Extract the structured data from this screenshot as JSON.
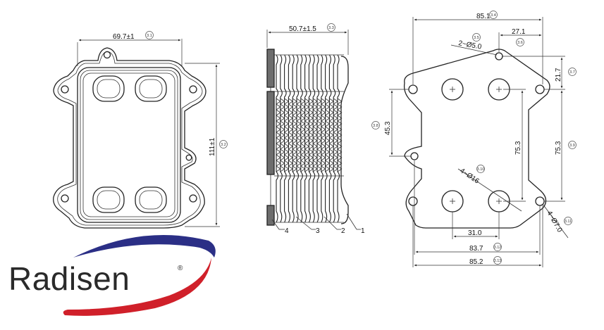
{
  "colors": {
    "line": "#222222",
    "logo_swoosh_blue": "#2b2f86",
    "logo_swoosh_red": "#d0202a",
    "logo_text": "#2a2a2a"
  },
  "logo": {
    "text": "Radisen",
    "mark": "®"
  },
  "front_view": {
    "width_dim": "69.7±1",
    "width_ref": "3.1",
    "height_dim": "111±1",
    "height_ref": "3.2"
  },
  "side_view": {
    "width_dim": "50.7±1.5",
    "width_ref": "3.3",
    "part_labels": [
      "4",
      "3",
      "2",
      "1"
    ]
  },
  "top_view": {
    "overall_width": "85.1",
    "overall_width_ref": "3.4",
    "offset_dim": "27.1",
    "bolt_holes": "2~Ø5.0",
    "bolt_holes_ref_a": "3.5",
    "bolt_holes_ref_b": "3.6",
    "right_top": "21.7",
    "right_top_ref": "3.7",
    "left_vert": "45.3",
    "left_vert_ref": "3.8",
    "inner_vert": "75.3",
    "right_vert": "75.3",
    "right_vert_ref": "3.9",
    "port_holes": "4~Ø16",
    "port_holes_ref": "3.10",
    "mount_holes": "4~Ø7.0",
    "mount_holes_ref": "3.11",
    "port_spacing": "31.0",
    "bottom_width_1": "83.7",
    "bottom_width_1_ref": "3.12",
    "bottom_width_2": "85.2",
    "bottom_width_2_ref": "3.13"
  }
}
